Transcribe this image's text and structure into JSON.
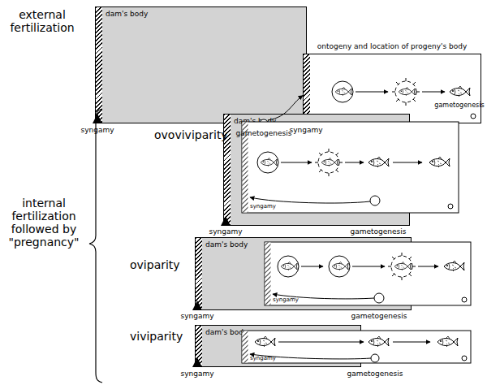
{
  "diagram": {
    "nodes": [
      {
        "text": [
          "dam's body"
        ]
      },
      {
        "text": [
          "ontogeny and location of progeny's body"
        ]
      },
      {
        "text": [
          "dam's body"
        ]
      },
      {
        "text": [
          "dam's body"
        ]
      },
      {
        "text": [
          "dam's body"
        ]
      }
    ],
    "edges": [
      {
        "from": 0,
        "to": 1,
        "arrow": "to"
      }
    ],
    "labels": [
      "external fertilization",
      "syngamy",
      "gametogenesis",
      "syngamy",
      "gametogenesis",
      "internal fertilization followed by \"pregnancy\"",
      "ovoviviparity",
      "syngamy",
      "syngamy",
      "gametogenesis",
      "oviparity",
      "syngamy",
      "syngamy",
      "gametogenesis",
      "viviparity",
      "syngamy",
      "syngamy",
      "gametogenesis"
    ]
  }
}
